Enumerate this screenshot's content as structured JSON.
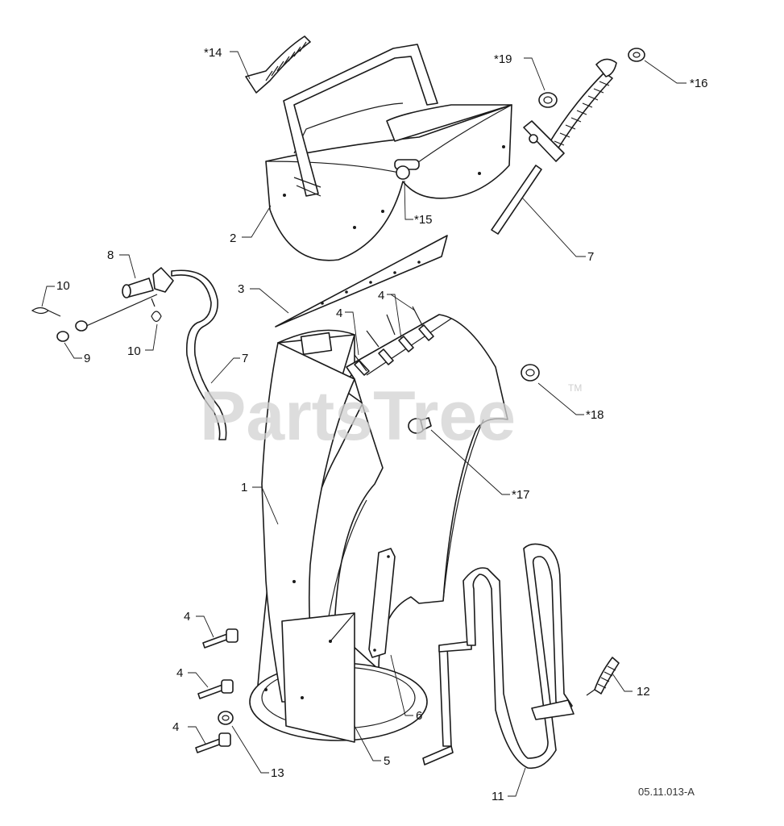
{
  "watermark": {
    "text": "PartsTree",
    "trademark": "TM"
  },
  "figure_ref": "05.11.013-A",
  "callouts": [
    {
      "id": "c14a",
      "text": "*14"
    },
    {
      "id": "c19",
      "text": "*19"
    },
    {
      "id": "c16",
      "text": "*16"
    },
    {
      "id": "c2",
      "text": "2"
    },
    {
      "id": "c15",
      "text": "*15"
    },
    {
      "id": "c7a",
      "text": "7"
    },
    {
      "id": "c8",
      "text": "8"
    },
    {
      "id": "c10a",
      "text": "10"
    },
    {
      "id": "c3",
      "text": "3"
    },
    {
      "id": "c4a",
      "text": "4"
    },
    {
      "id": "c4b",
      "text": "4"
    },
    {
      "id": "c9",
      "text": "9"
    },
    {
      "id": "c10b",
      "text": "10"
    },
    {
      "id": "c7b",
      "text": "7"
    },
    {
      "id": "c18",
      "text": "*18"
    },
    {
      "id": "c1",
      "text": "1"
    },
    {
      "id": "c17",
      "text": "*17"
    },
    {
      "id": "c4c",
      "text": "4"
    },
    {
      "id": "c4d",
      "text": "4"
    },
    {
      "id": "c4e",
      "text": "4"
    },
    {
      "id": "c12",
      "text": "12"
    },
    {
      "id": "c6",
      "text": "6"
    },
    {
      "id": "c5",
      "text": "5"
    },
    {
      "id": "c13",
      "text": "13"
    },
    {
      "id": "c11",
      "text": "11"
    }
  ]
}
